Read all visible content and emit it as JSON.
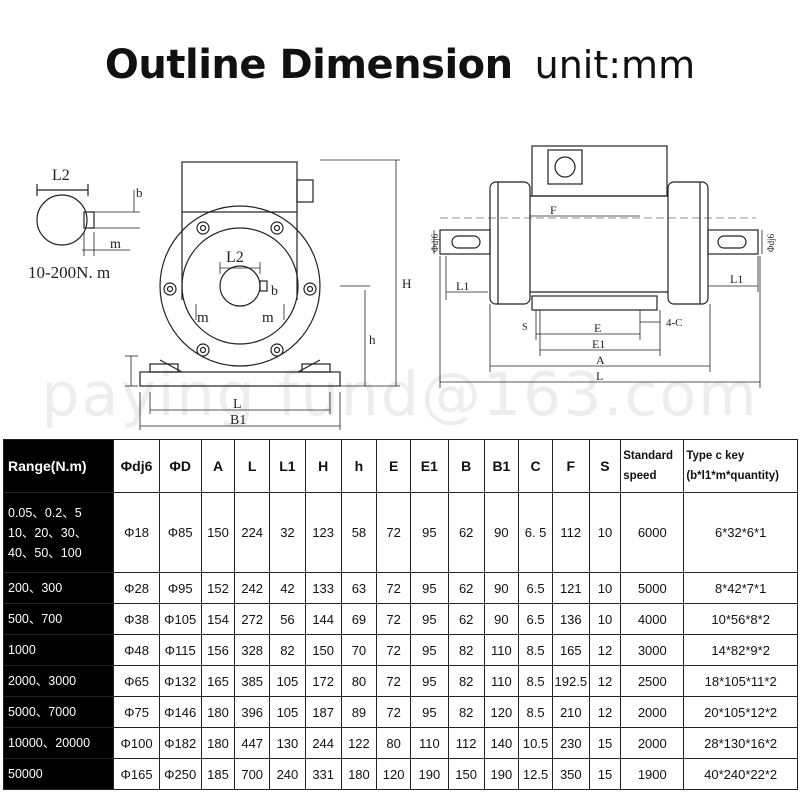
{
  "title": {
    "main": "Outline Dimension",
    "unit": "unit:mm"
  },
  "drawing": {
    "key_label_top": "L2",
    "key_label_b": "b",
    "key_label_m": "m",
    "range_note": "10-200N. m",
    "front_L2": "L2",
    "front_b": "b",
    "front_m_left": "m",
    "front_m_right": "m",
    "dim_H": "H",
    "dim_h": "h",
    "dim_L": "L",
    "dim_B1": "B1",
    "side_F": "F",
    "side_dj6_left": "Φdj6",
    "side_dj6_right": "Φdj6",
    "side_L1_left": "L1",
    "side_L1_right": "L1",
    "side_S": "S",
    "side_4C": "4-C",
    "side_E": "E",
    "side_E1": "E1",
    "side_A": "A",
    "side_L": "L"
  },
  "watermark": "paying fund@163.com",
  "table": {
    "headers": {
      "range": "Range(N.m)",
      "dj6": "Φdj6",
      "D": "ΦD",
      "A": "A",
      "L": "L",
      "L1": "L1",
      "H": "H",
      "h": "h",
      "E": "E",
      "E1": "E1",
      "B": "B",
      "B1": "B1",
      "C": "C",
      "F": "F",
      "S": "S",
      "speed_line1": "Standard",
      "speed_line2": "speed",
      "key_line1": "Type c key",
      "key_line2": "(b*l1*m*quantity)"
    },
    "rows": [
      {
        "range_line1": "0.05、0.2、5",
        "range_line2": "10、20、30、",
        "range_line3": "40、50、100",
        "dj6": "Φ18",
        "D": "Φ85",
        "A": "150",
        "L": "224",
        "L1": "32",
        "H": "123",
        "h": "58",
        "E": "72",
        "E1": "95",
        "B": "62",
        "B1": "90",
        "C": "6. 5",
        "F": "112",
        "S": "10",
        "speed": "6000",
        "key": "6*32*6*1"
      },
      {
        "range_line1": "200、300",
        "dj6": "Φ28",
        "D": "Φ95",
        "A": "152",
        "L": "242",
        "L1": "42",
        "H": "133",
        "h": "63",
        "E": "72",
        "E1": "95",
        "B": "62",
        "B1": "90",
        "C": "6.5",
        "F": "121",
        "S": "10",
        "speed": "5000",
        "key": "8*42*7*1"
      },
      {
        "range_line1": "500、700",
        "dj6": "Φ38",
        "D": "Φ105",
        "A": "154",
        "L": "272",
        "L1": "56",
        "H": "144",
        "h": "69",
        "E": "72",
        "E1": "95",
        "B": "62",
        "B1": "90",
        "C": "6.5",
        "F": "136",
        "S": "10",
        "speed": "4000",
        "key": "10*56*8*2"
      },
      {
        "range_line1": "1000",
        "dj6": "Φ48",
        "D": "Φ115",
        "A": "156",
        "L": "328",
        "L1": "82",
        "H": "150",
        "h": "70",
        "E": "72",
        "E1": "95",
        "B": "82",
        "B1": "110",
        "C": "8.5",
        "F": "165",
        "S": "12",
        "speed": "3000",
        "key": "14*82*9*2"
      },
      {
        "range_line1": "2000、3000",
        "dj6": "Φ65",
        "D": "Φ132",
        "A": "165",
        "L": "385",
        "L1": "105",
        "H": "172",
        "h": "80",
        "E": "72",
        "E1": "95",
        "B": "82",
        "B1": "110",
        "C": "8.5",
        "F": "192.5",
        "S": "12",
        "speed": "2500",
        "key": "18*105*11*2"
      },
      {
        "range_line1": "5000、7000",
        "dj6": "Φ75",
        "D": "Φ146",
        "A": "180",
        "L": "396",
        "L1": "105",
        "H": "187",
        "h": "89",
        "E": "72",
        "E1": "95",
        "B": "82",
        "B1": "120",
        "C": "8.5",
        "F": "210",
        "S": "12",
        "speed": "2000",
        "key": "20*105*12*2"
      },
      {
        "range_line1": "10000、20000",
        "dj6": "Φ100",
        "D": "Φ182",
        "A": "180",
        "L": "447",
        "L1": "130",
        "H": "244",
        "h": "122",
        "E": "80",
        "E1": "110",
        "B": "112",
        "B1": "140",
        "C": "10.5",
        "F": "230",
        "S": "15",
        "speed": "2000",
        "key": "28*130*16*2"
      },
      {
        "range_line1": "50000",
        "dj6": "Φ165",
        "D": "Φ250",
        "A": "185",
        "L": "700",
        "L1": "240",
        "H": "331",
        "h": "180",
        "E": "120",
        "E1": "190",
        "B": "150",
        "B1": "190",
        "C": "12.5",
        "F": "350",
        "S": "15",
        "speed": "1900",
        "key": "40*240*22*2"
      }
    ]
  }
}
